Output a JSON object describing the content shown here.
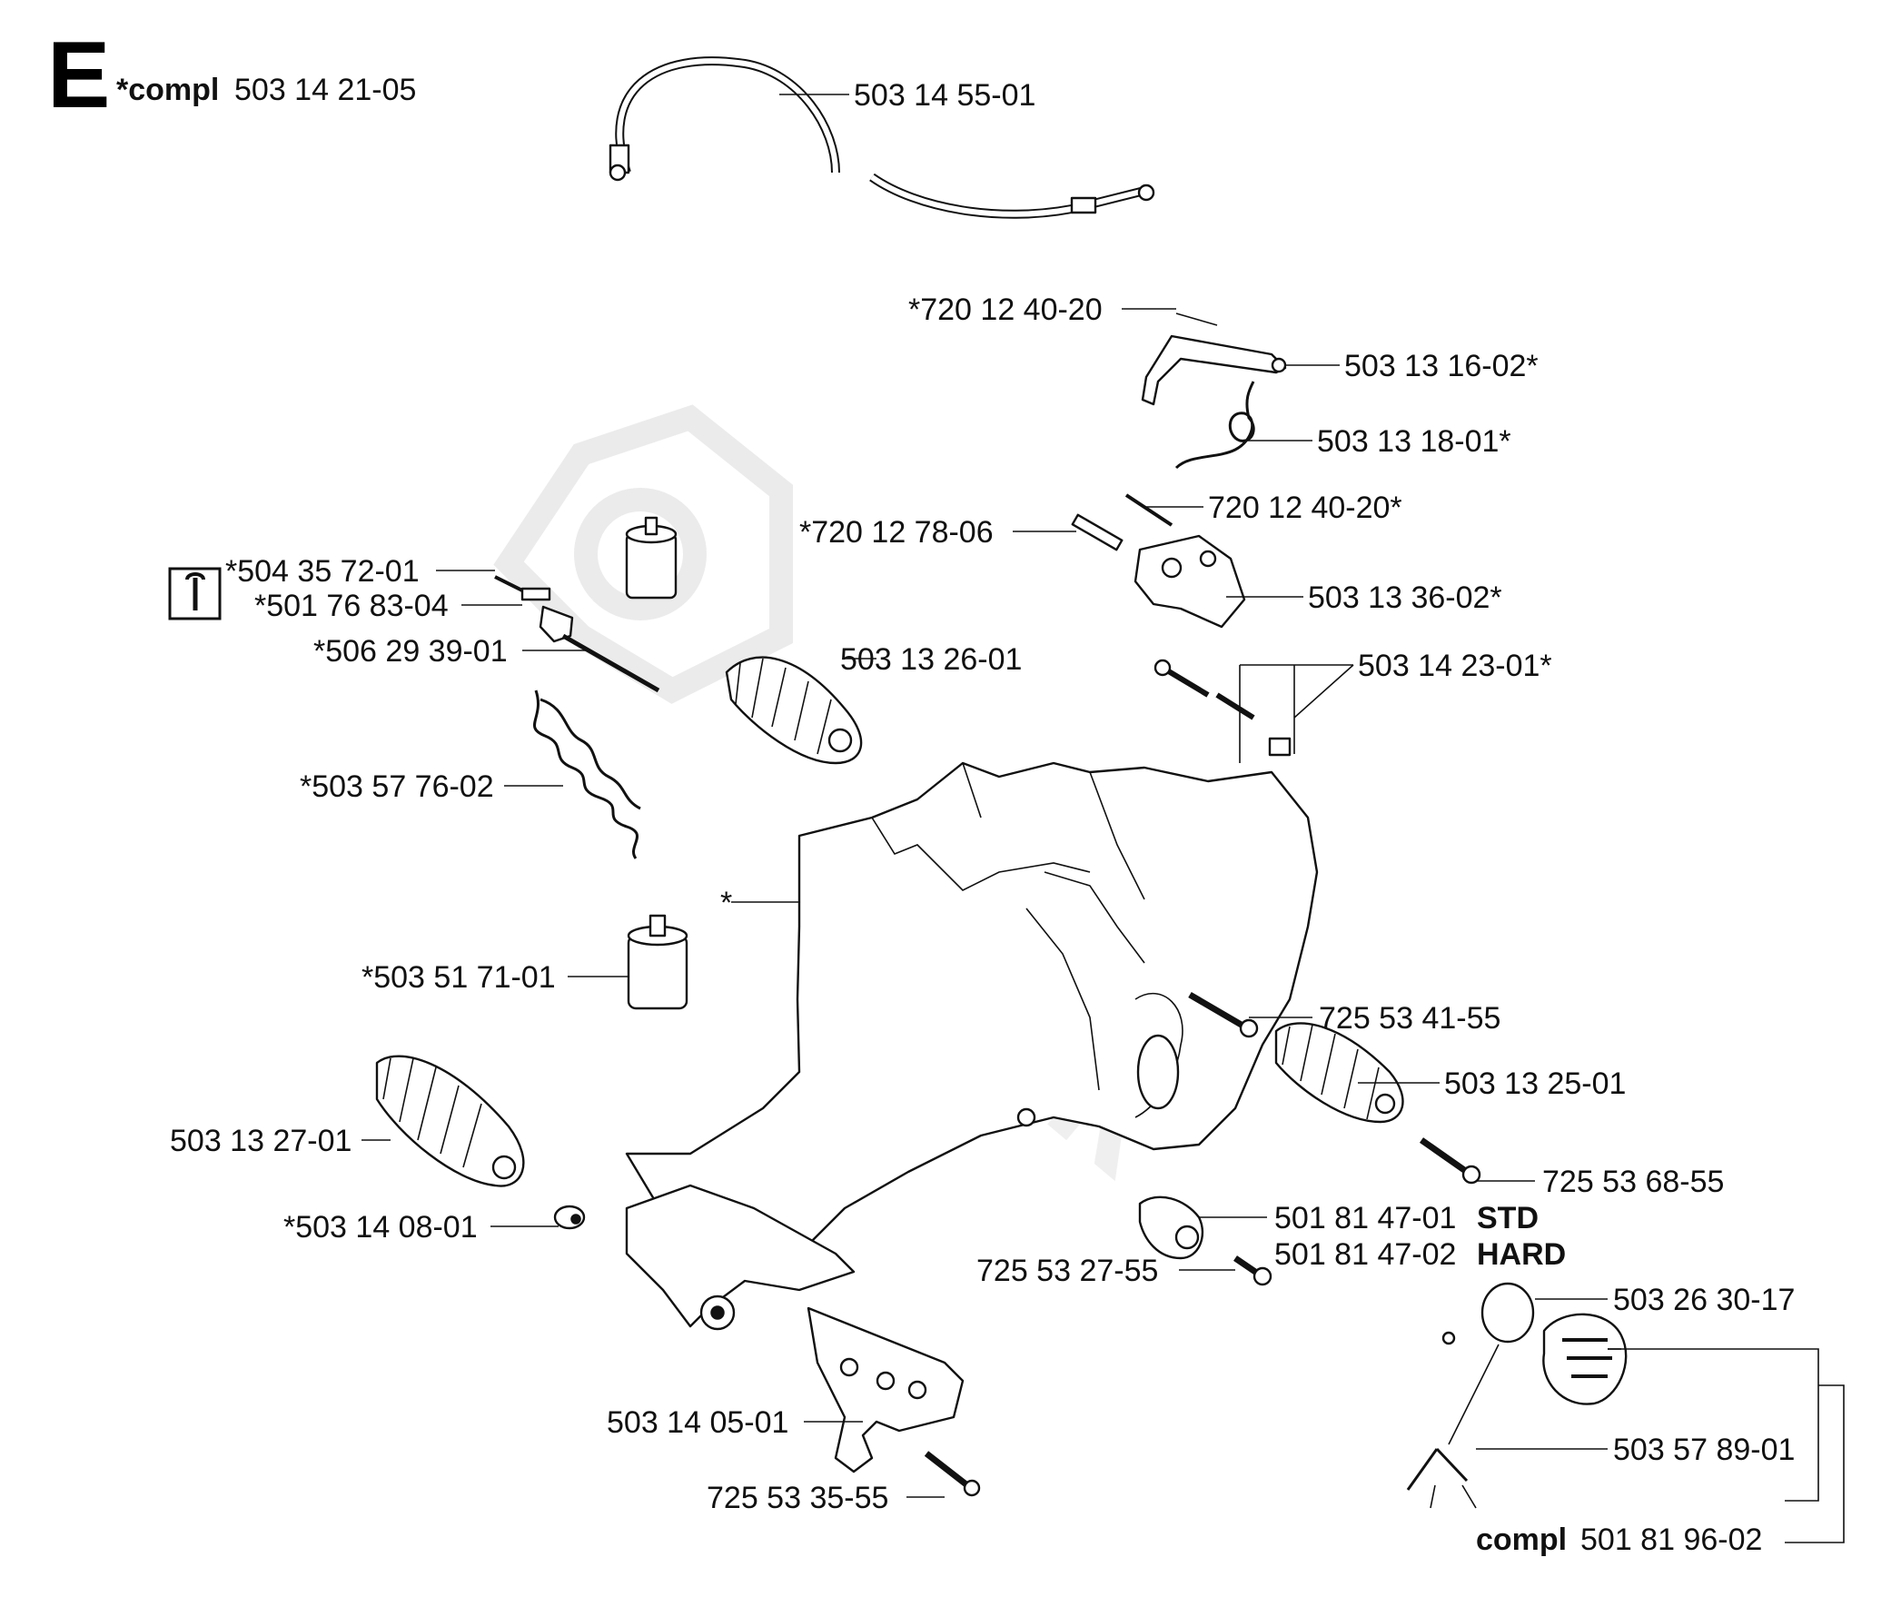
{
  "section": {
    "letter": "E",
    "compl_prefix": "*compl",
    "compl_number": "503 14 21-05"
  },
  "parts": {
    "p_503_14_55_01": "503 14 55-01",
    "p_720_12_40_20_a": "*720 12 40-20",
    "p_503_13_16_02": "503 13 16-02*",
    "p_503_13_18_01": "503 13 18-01*",
    "p_720_12_40_20_b": "720 12 40-20*",
    "p_720_12_78_06": "*720 12 78-06",
    "p_503_13_36_02": "503 13 36-02*",
    "p_504_35_72_01": "*504 35 72-01",
    "p_501_76_83_04": "*501 76 83-04",
    "p_506_29_39_01": "*506 29 39-01",
    "p_503_13_26_01": "503 13 26-01",
    "p_503_14_23_01": "503 14 23-01*",
    "p_503_57_76_02": "*503 57 76-02",
    "p_star": "*",
    "p_503_51_71_01": "*503 51 71-01",
    "p_725_53_41_55": "725 53 41-55",
    "p_503_13_25_01": "503 13 25-01",
    "p_503_13_27_01": "503 13 27-01",
    "p_725_53_68_55": "725 53 68-55",
    "p_503_14_08_01": "*503 14 08-01",
    "p_501_81_47_01": "501 81 47-01",
    "p_501_81_47_01_tag": "STD",
    "p_501_81_47_02": "501 81 47-02",
    "p_501_81_47_02_tag": "HARD",
    "p_725_53_27_55": "725 53 27-55",
    "p_503_26_30_17": "503 26 30-17",
    "p_503_14_05_01": "503 14 05-01",
    "p_503_57_89_01": "503 57 89-01",
    "p_725_53_35_55": "725 53 35-55",
    "compl_bottom_prefix": "compl",
    "compl_bottom_number": "501 81 96-02"
  },
  "icons": {
    "tool": "wrench-icon"
  },
  "colors": {
    "ink": "#111111",
    "watermark": "#e9e9e9"
  }
}
